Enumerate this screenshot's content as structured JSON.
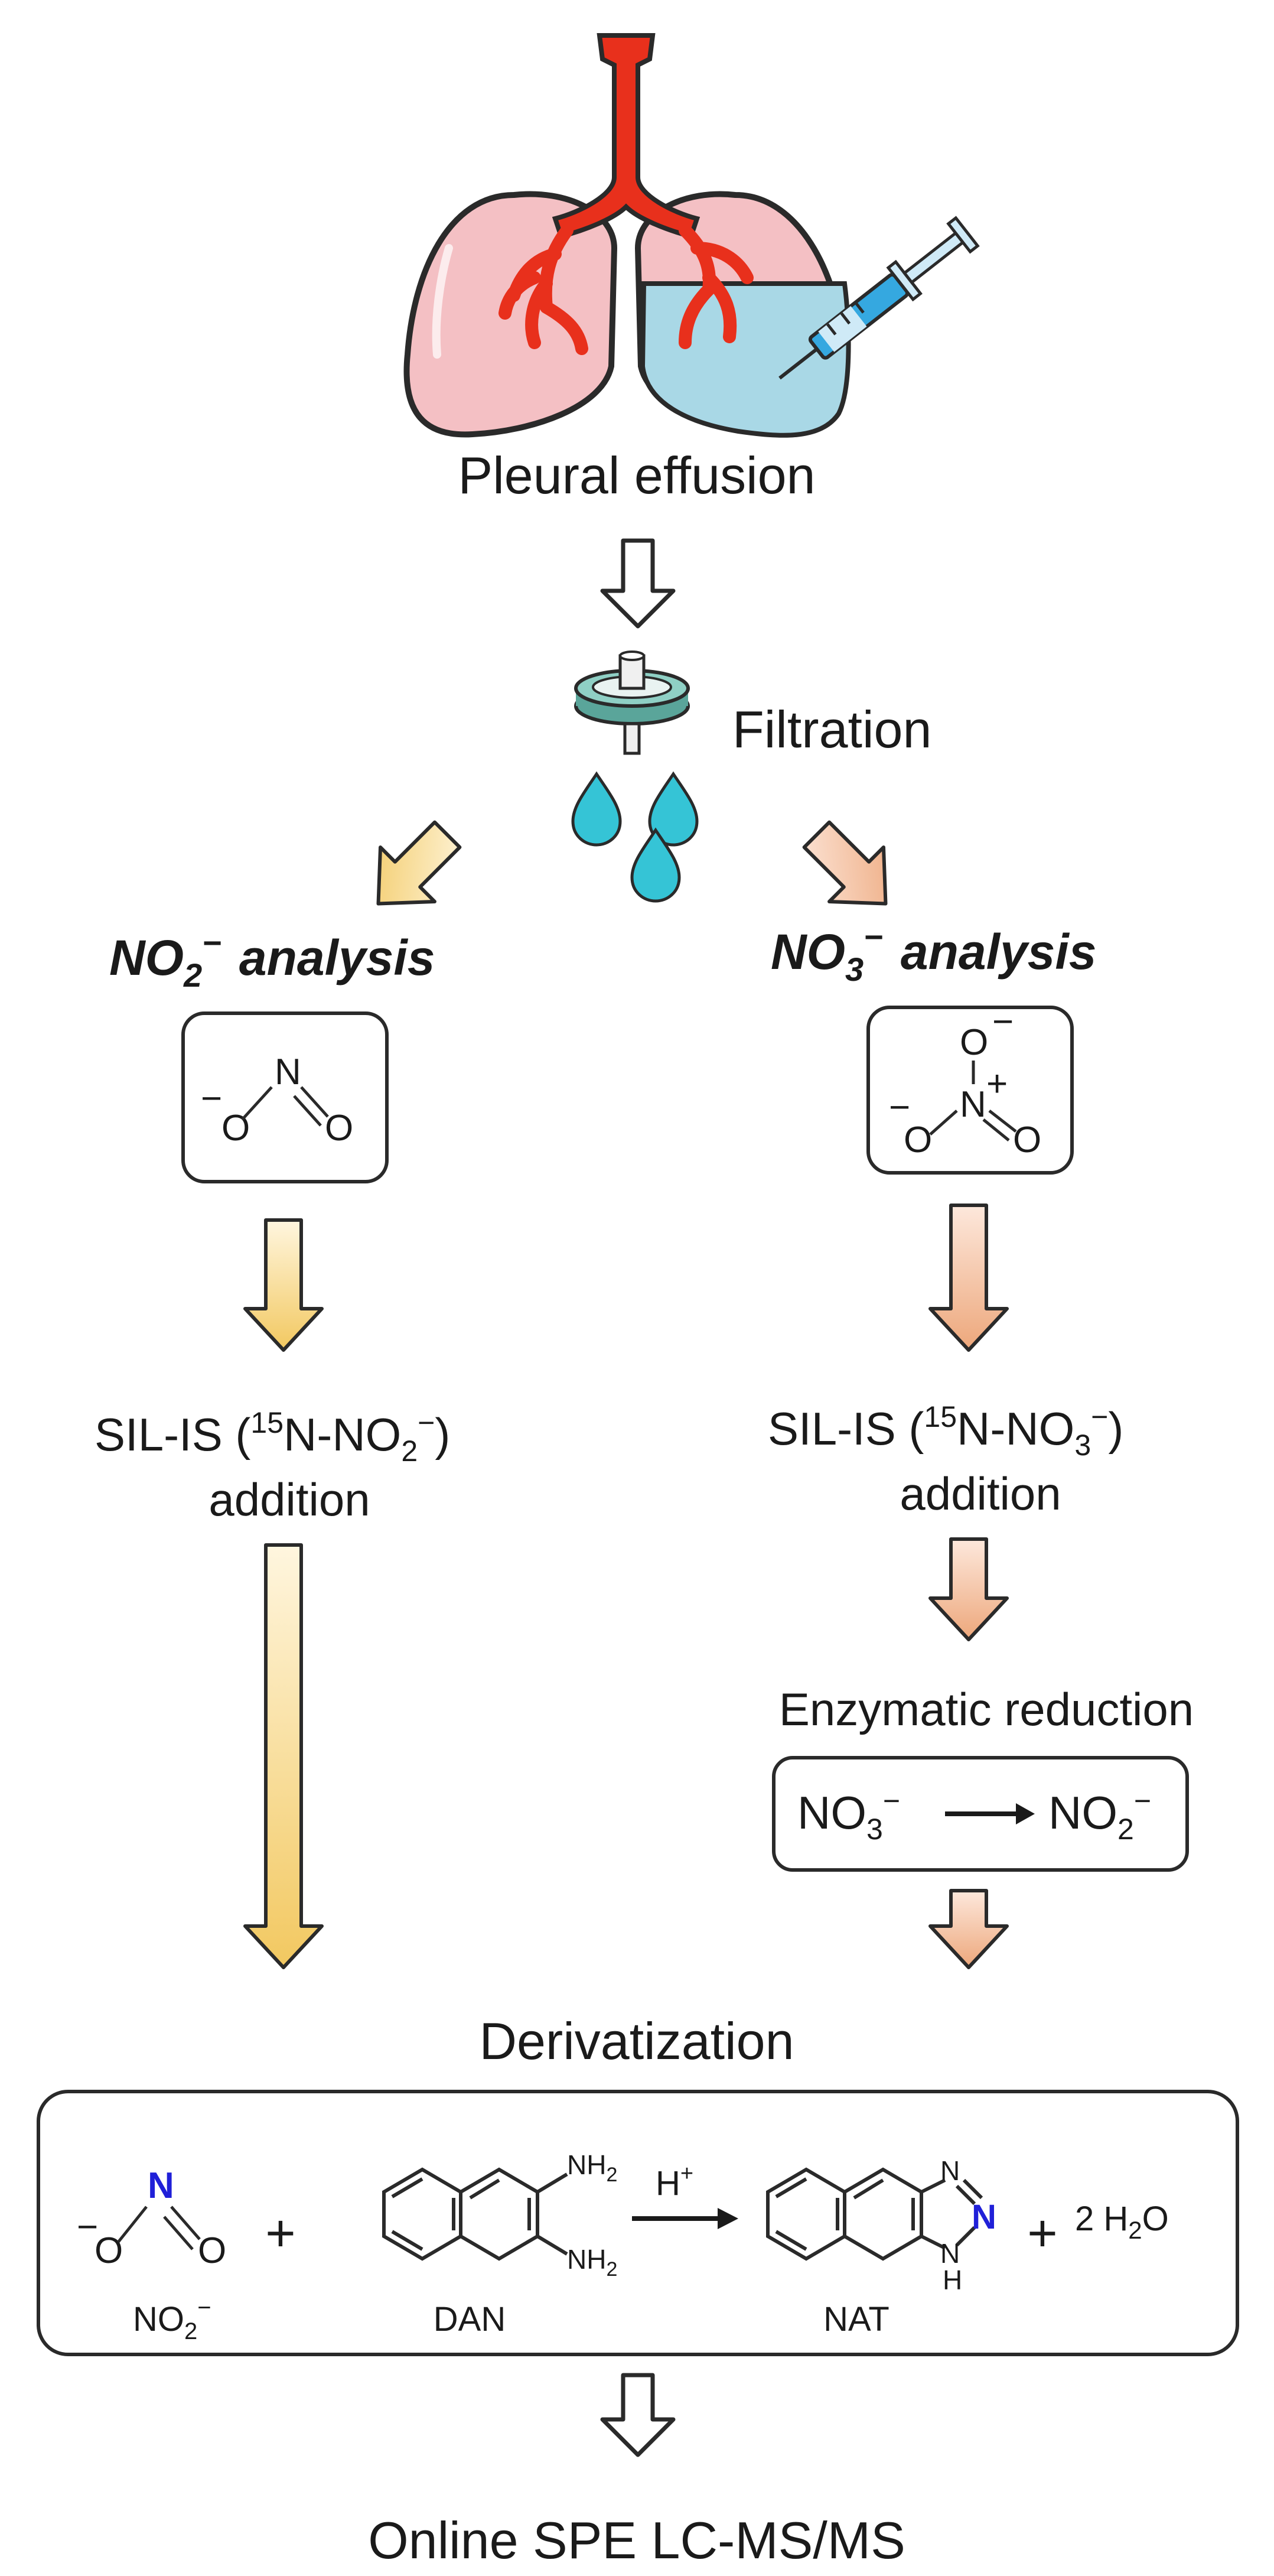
{
  "pleural": {
    "label": "Pleural effusion"
  },
  "filtration": {
    "label": "Filtration"
  },
  "no2_branch": {
    "title_main": "NO",
    "title_sub": "2",
    "title_charge": "−",
    "title_rest": "analysis",
    "structure": {
      "o1": "O",
      "n": "N",
      "o2": "O",
      "charge": "−"
    },
    "silis_line1": {
      "prefix": "SIL-IS (",
      "iso": "15",
      "body": "N-NO",
      "sub": "2",
      "sup": "−",
      "end": ")"
    },
    "silis_line2": "addition"
  },
  "no3_branch": {
    "title_main": "NO",
    "title_sub": "3",
    "title_charge": "−",
    "title_rest": "analysis",
    "structure": {
      "o_top": "O",
      "o_left": "O",
      "n": "N",
      "o_right": "O",
      "charge": "−",
      "n_charge": "+"
    },
    "silis_line1": {
      "prefix": "SIL-IS (",
      "iso": "15",
      "body": "N-NO",
      "sub": "3",
      "sup": "−",
      "end": ")"
    },
    "silis_line2": "addition",
    "enzymatic": "Enzymatic reduction",
    "reaction": {
      "left": "NO",
      "left_sub": "3",
      "left_sup": "−",
      "right": "NO",
      "right_sub": "2",
      "right_sup": "−"
    }
  },
  "derivatization": {
    "title": "Derivatization",
    "plus1": "+",
    "plus2": "+",
    "acid": "H",
    "acid_sup": "+",
    "nitrite": {
      "o1": "O",
      "n": "N",
      "o2": "O",
      "charge": "−"
    },
    "dan_amine_top": "NH",
    "dan_amine_top_sub": "2",
    "dan_amine_bottom": "NH",
    "dan_amine_bottom_sub": "2",
    "nat_n1": "N",
    "nat_n2": "N",
    "nat_n3": "N",
    "nat_h": "H",
    "water": "2 H",
    "water_sub": "2",
    "water_end": "O",
    "label_no2": "NO",
    "label_no2_sub": "2",
    "label_no2_sup": "−",
    "label_dan": "DAN",
    "label_nat": "NAT"
  },
  "final": {
    "label": "Online SPE LC-MS/MS"
  },
  "colors": {
    "yellow_arrow": "#f3d27a",
    "orange_arrow": "#eeb087",
    "blue_n": "#2020d8",
    "lung_pink": "#f4c0c4",
    "lung_blue": "#a9d8e6",
    "trachea_red": "#e8301c",
    "drop_cyan": "#35c4d6",
    "filter_green": "#5aa59a"
  }
}
